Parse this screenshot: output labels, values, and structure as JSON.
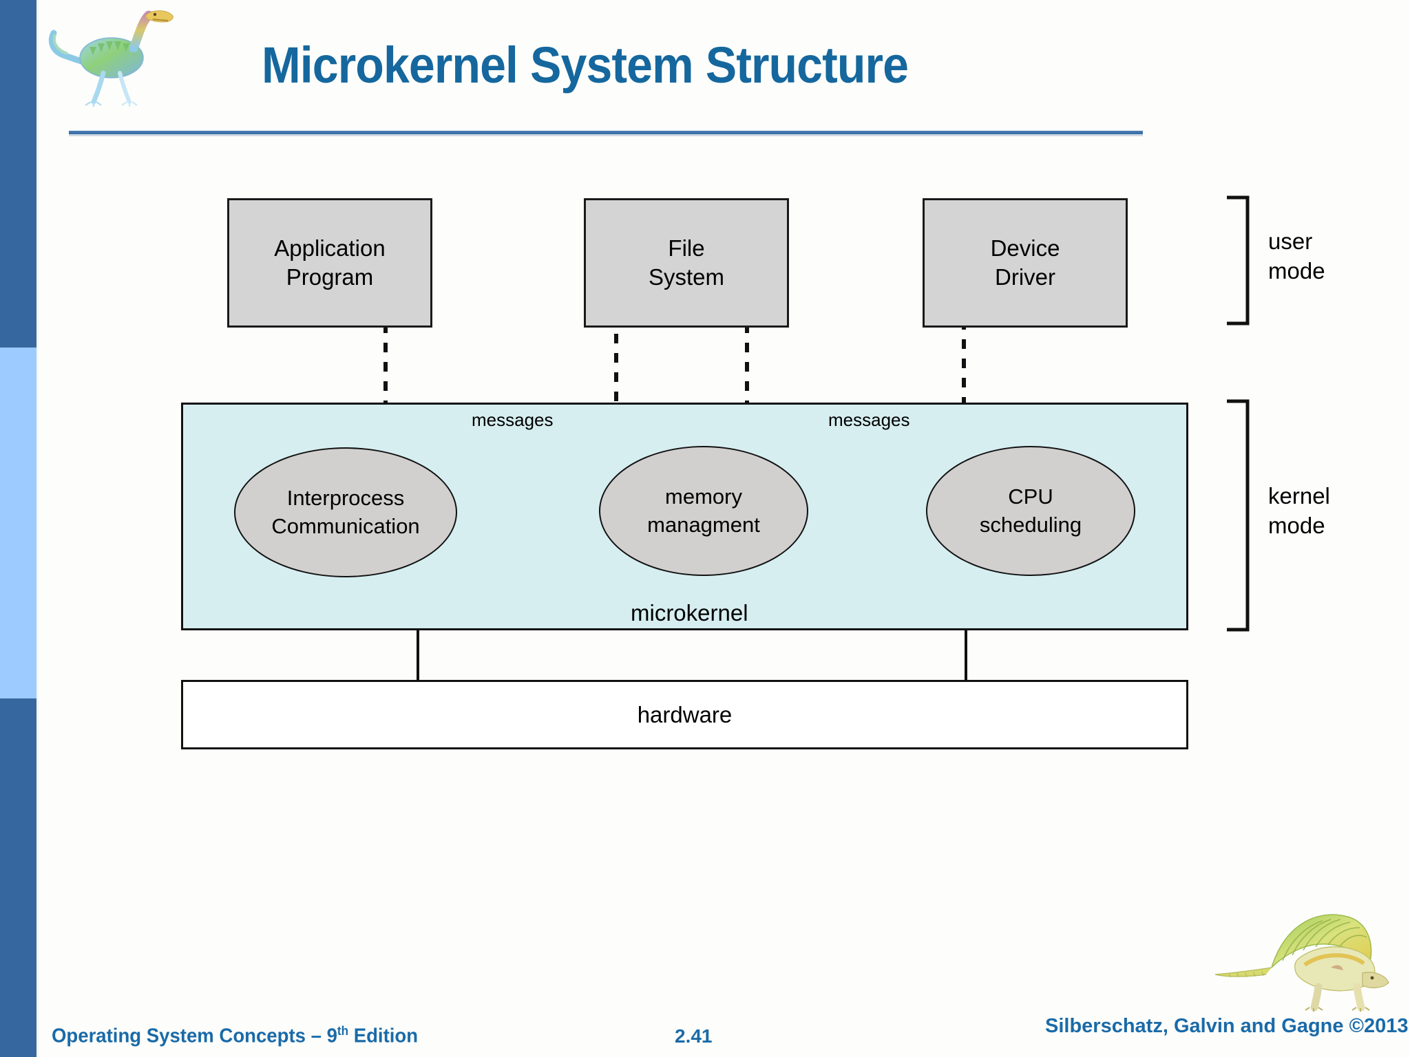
{
  "slide": {
    "title": "Microkernel System Structure",
    "logo_top_icon": "dinosaur-ornithomimid-icon",
    "logo_bottom_icon": "dinosaur-dimetrodon-icon"
  },
  "colors": {
    "title_blue": "#15679E",
    "rail_dark": "#36679F",
    "rail_light": "#9DCAFF",
    "user_box_fill": "#D4D4D4",
    "kernel_fill": "#D6EEF0",
    "ellipse_fill": "#D2CFCF",
    "hardware_fill": "#FFFFFF",
    "stroke": "#111111",
    "footer_blue": "#1A6AA8"
  },
  "diagram": {
    "user_boxes": [
      {
        "id": "application-program",
        "line1": "Application",
        "line2": "Program"
      },
      {
        "id": "file-system",
        "line1": "File",
        "line2": "System"
      },
      {
        "id": "device-driver",
        "line1": "Device",
        "line2": "Driver"
      }
    ],
    "kernel_ellipses": [
      {
        "id": "interprocess-communication",
        "line1": "Interprocess",
        "line2": "Communication"
      },
      {
        "id": "memory-management",
        "line1": "memory",
        "line2": "managment"
      },
      {
        "id": "cpu-scheduling",
        "line1": "CPU",
        "line2": "scheduling"
      }
    ],
    "kernel_label": "microkernel",
    "hardware_label": "hardware",
    "message_labels": [
      "messages",
      "messages"
    ],
    "brackets": [
      {
        "id": "user-mode",
        "line1": "user",
        "line2": "mode"
      },
      {
        "id": "kernel-mode",
        "line1": "kernel",
        "line2": "mode"
      }
    ]
  },
  "footer": {
    "left_pre": "Operating System Concepts – 9",
    "left_sup": "th",
    "left_post": " Edition",
    "slide_number": "2.41",
    "right": "Silberschatz, Galvin and Gagne ©2013"
  }
}
